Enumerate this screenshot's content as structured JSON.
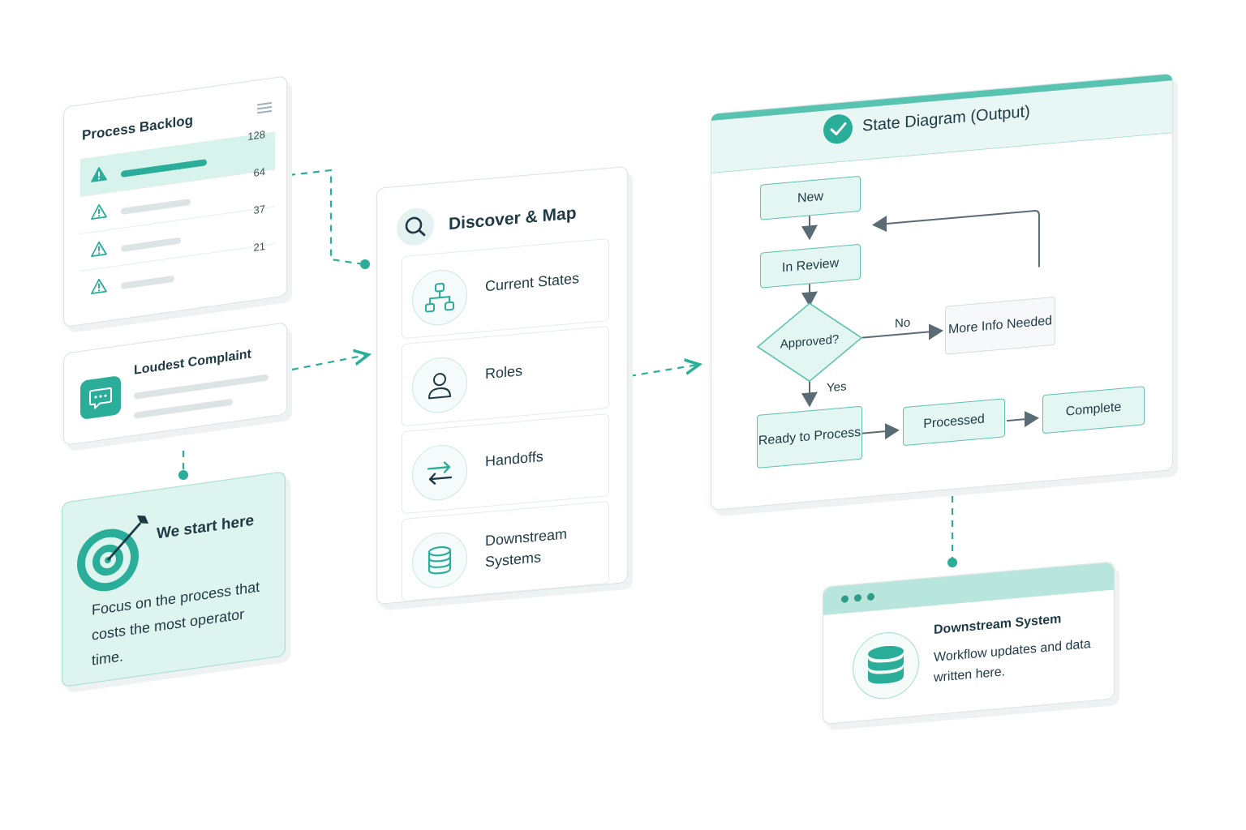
{
  "backlog": {
    "title": "Process Backlog",
    "rows": [
      {
        "count": "128"
      },
      {
        "count": "64"
      },
      {
        "count": "37"
      },
      {
        "count": "21"
      }
    ]
  },
  "complaint": {
    "title": "Loudest Complaint"
  },
  "start": {
    "title": "We start here",
    "body": "Focus on the process that costs the most operator time."
  },
  "discover": {
    "title": "Discover & Map",
    "items": [
      "Current States",
      "Roles",
      "Handoffs",
      "Downstream Systems"
    ]
  },
  "state": {
    "title": "State Diagram (Output)",
    "nodes": {
      "new": "New",
      "in_review": "In Review",
      "approved": "Approved?",
      "more_info": "More Info Needed",
      "ready": "Ready to Process",
      "processed": "Processed",
      "complete": "Complete"
    },
    "edges": {
      "no": "No",
      "yes": "Yes"
    }
  },
  "downstream": {
    "title": "Downstream System",
    "desc": "Workflow updates and data written here."
  },
  "colors": {
    "accent": "#2bae99",
    "accent_light": "#def4ef",
    "text": "#1f3a45",
    "arrow": "#5a6b73"
  }
}
